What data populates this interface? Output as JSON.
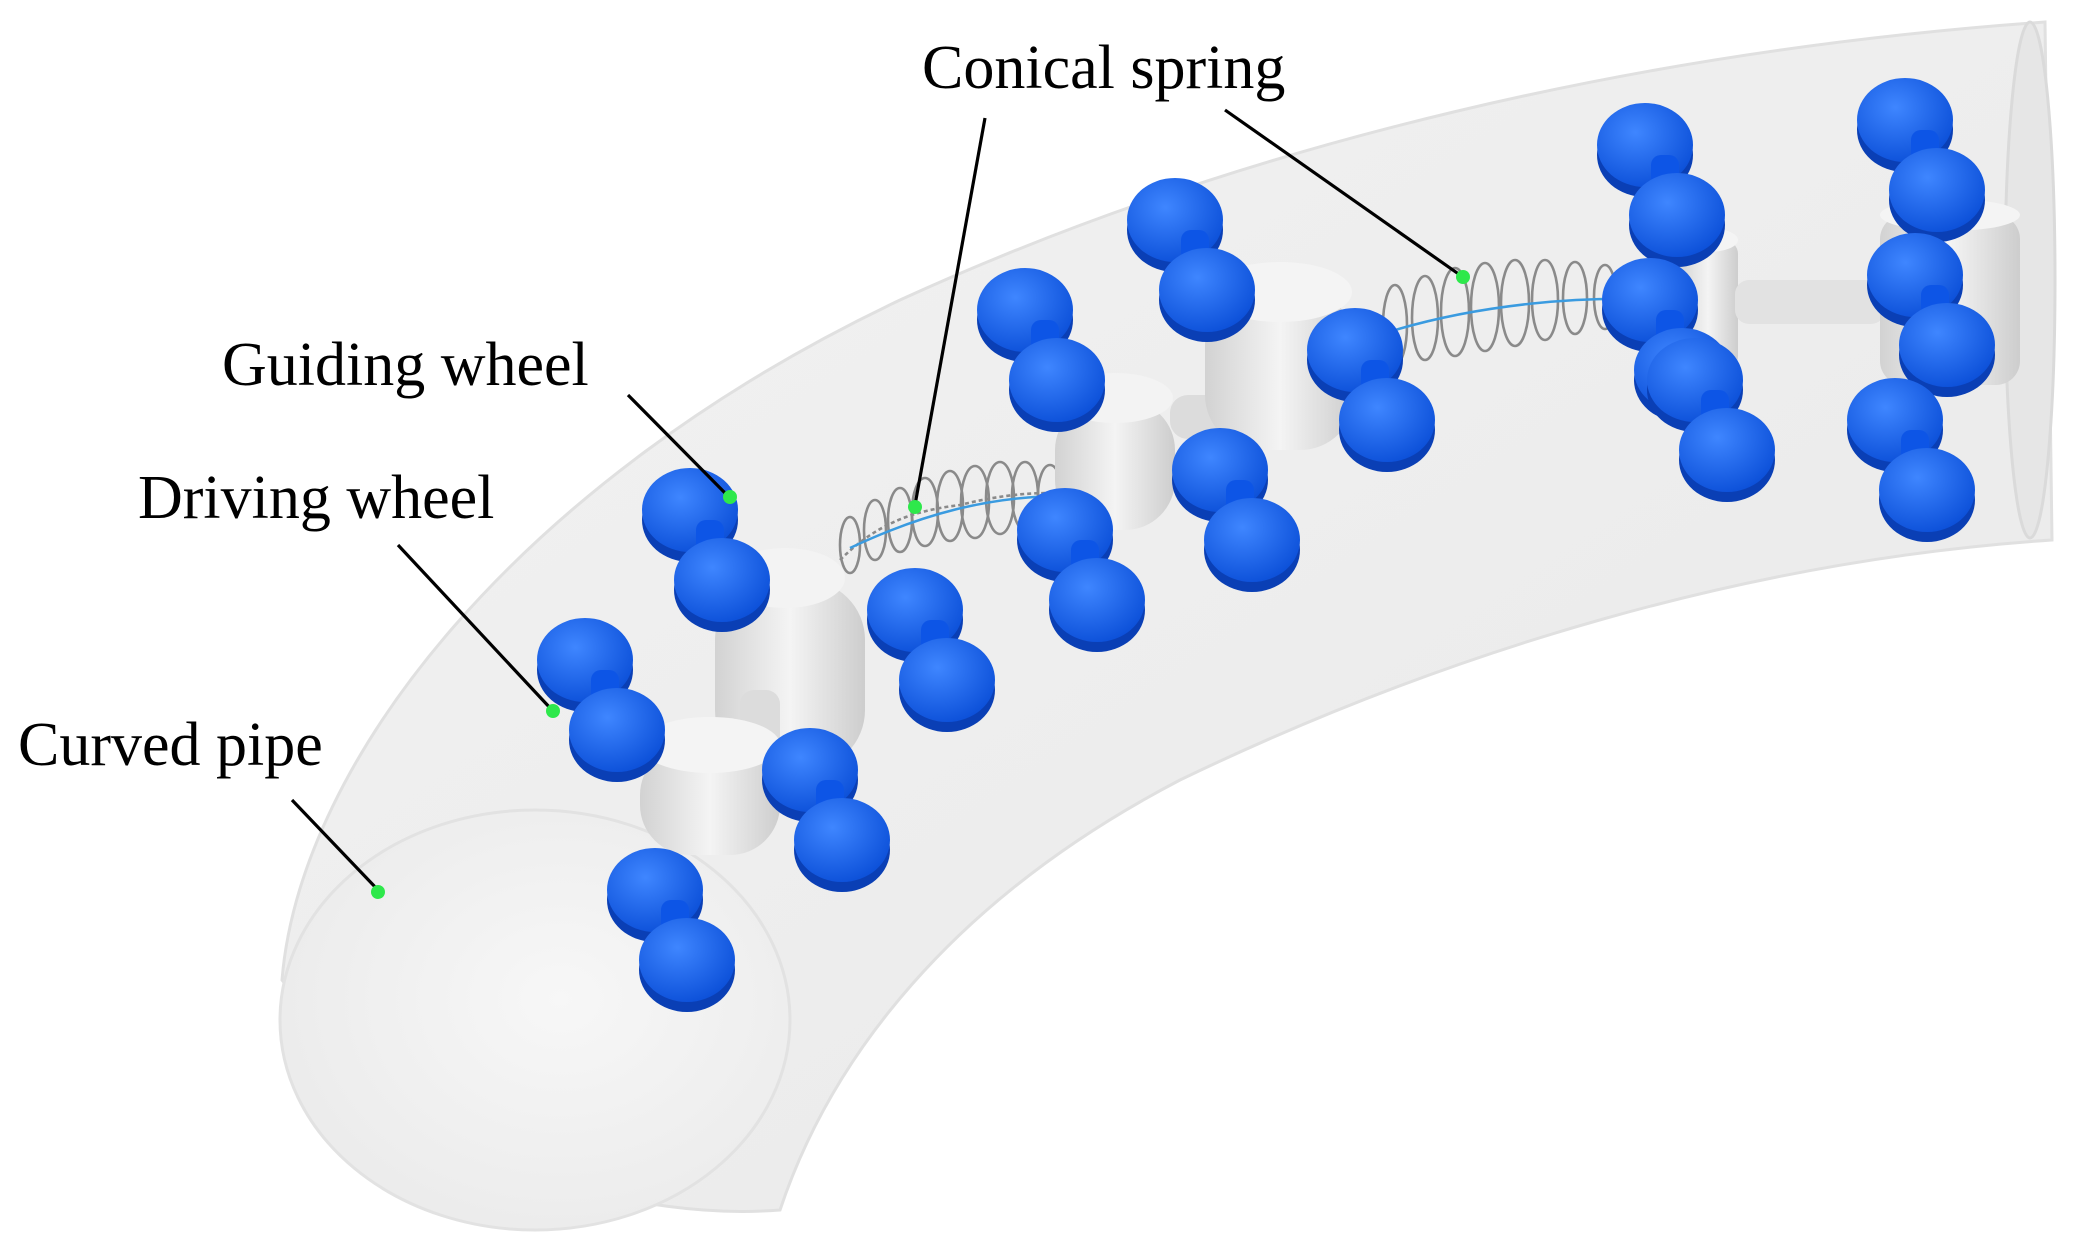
{
  "labels": {
    "conical_spring": "Conical spring",
    "guiding_wheel": "Guiding wheel",
    "driving_wheel": "Driving wheel",
    "curved_pipe": "Curved pipe"
  },
  "colors": {
    "wheel": "#0d5ff5",
    "wheel_dark": "#0a45c7",
    "wheel_light": "#4c8cff",
    "body": "#e8e8e8",
    "body_shade": "#c7c7c7",
    "pipe_fill": "#efefef",
    "pipe_edge": "#dedede",
    "anchor_dot": "#2ee84b",
    "spring_axis": "#3a9be0"
  }
}
